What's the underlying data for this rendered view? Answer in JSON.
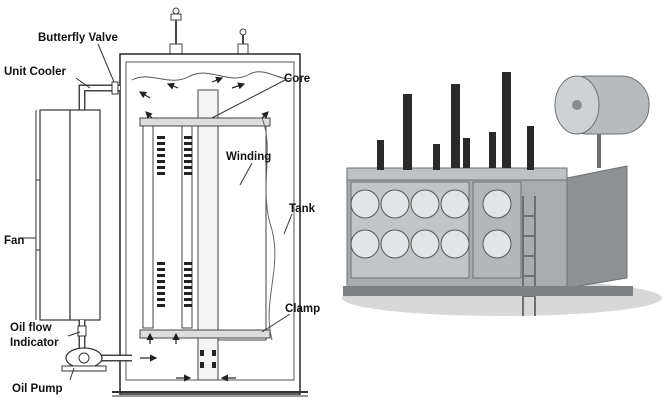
{
  "diagram": {
    "labels": {
      "butterfly_valve": "Butterfly Valve",
      "unit_cooler": "Unit Cooler",
      "core": "Core",
      "winding": "Winding",
      "tank": "Tank",
      "fan": "Fan",
      "clamp": "Clamp",
      "oil_flow_indicator_line1": "Oil flow",
      "oil_flow_indicator_line2": "Indicator",
      "oil_pump": "Oil Pump"
    }
  }
}
